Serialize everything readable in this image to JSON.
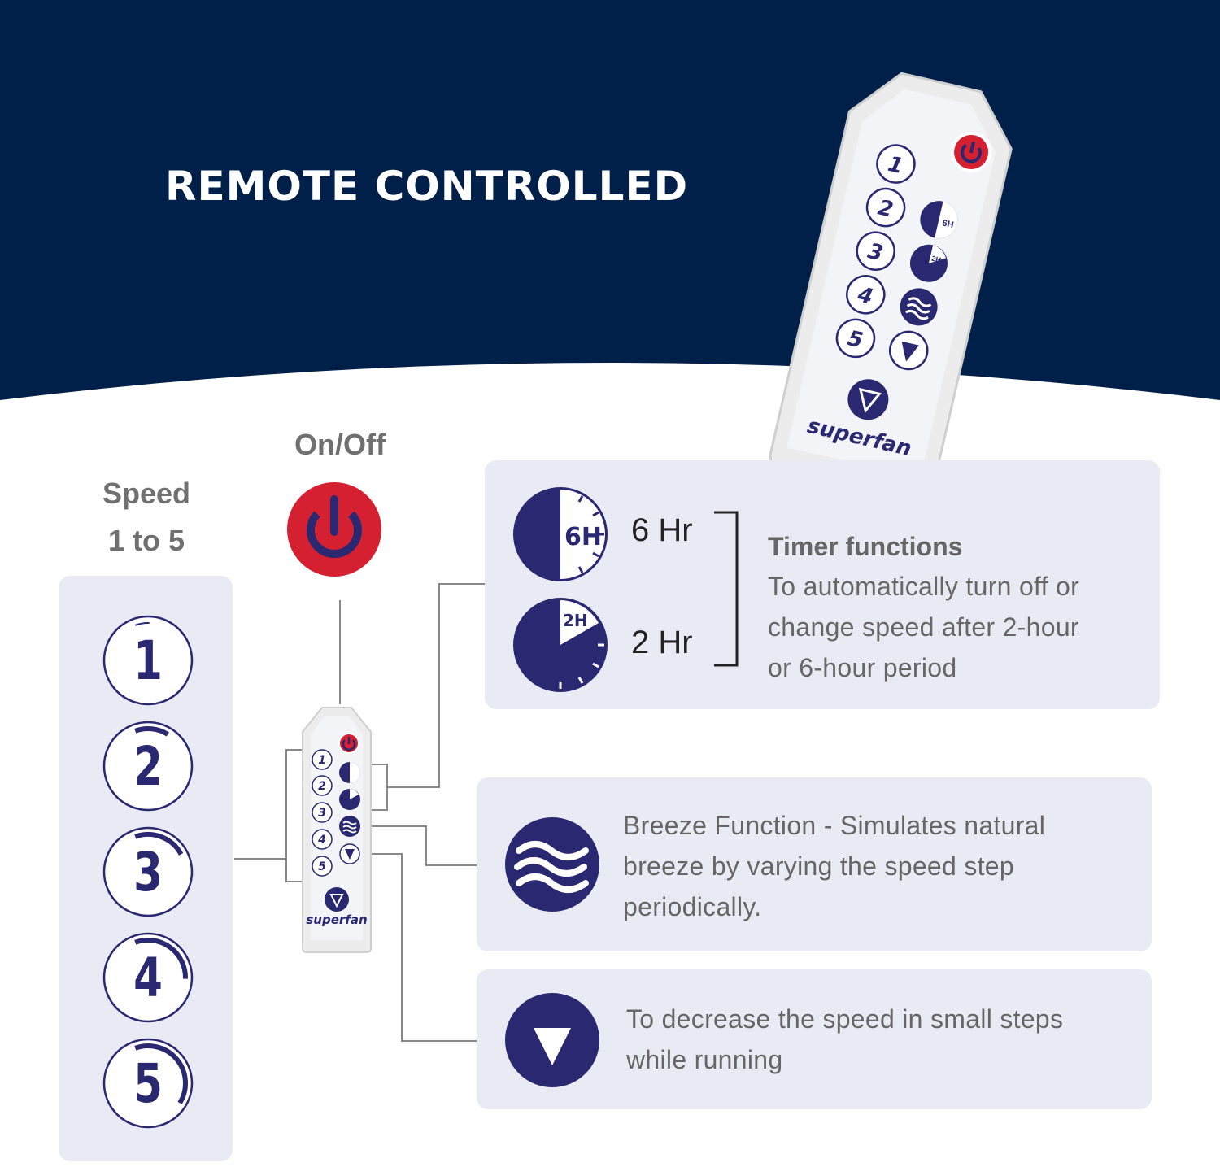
{
  "title": "REMOTE CONTROLLED",
  "on_off": {
    "label": "On/Off"
  },
  "speed": {
    "heading_line1": "Speed",
    "heading_line2": "1 to 5",
    "buttons": [
      "1",
      "2",
      "3",
      "4",
      "5"
    ]
  },
  "timer": {
    "option_6h_icon": "6H",
    "option_6h_label": "6 Hr",
    "option_2h_icon": "2H",
    "option_2h_label": "2 Hr",
    "heading": "Timer functions",
    "line1": "To automatically turn off or",
    "line2": "change speed after 2-hour",
    "line3": "or 6-hour period"
  },
  "breeze": {
    "icon": "wave-icon",
    "line1": "Breeze Function - Simulates natural",
    "line2": "breeze by varying the speed step",
    "line3": "periodically."
  },
  "decrease": {
    "icon": "triangle-down-icon",
    "line1": "To decrease the speed in small steps",
    "line2": "while running"
  },
  "remote": {
    "brand": "superfan",
    "buttons": [
      "1",
      "2",
      "3",
      "4",
      "5"
    ],
    "timer_6h": "6H",
    "timer_2h": "2H"
  },
  "colors": {
    "navy": "#00204a",
    "icon_navy": "#2a2870",
    "power_red": "#d42030",
    "panel": "#e9ebf4",
    "text_gray": "#666666"
  }
}
